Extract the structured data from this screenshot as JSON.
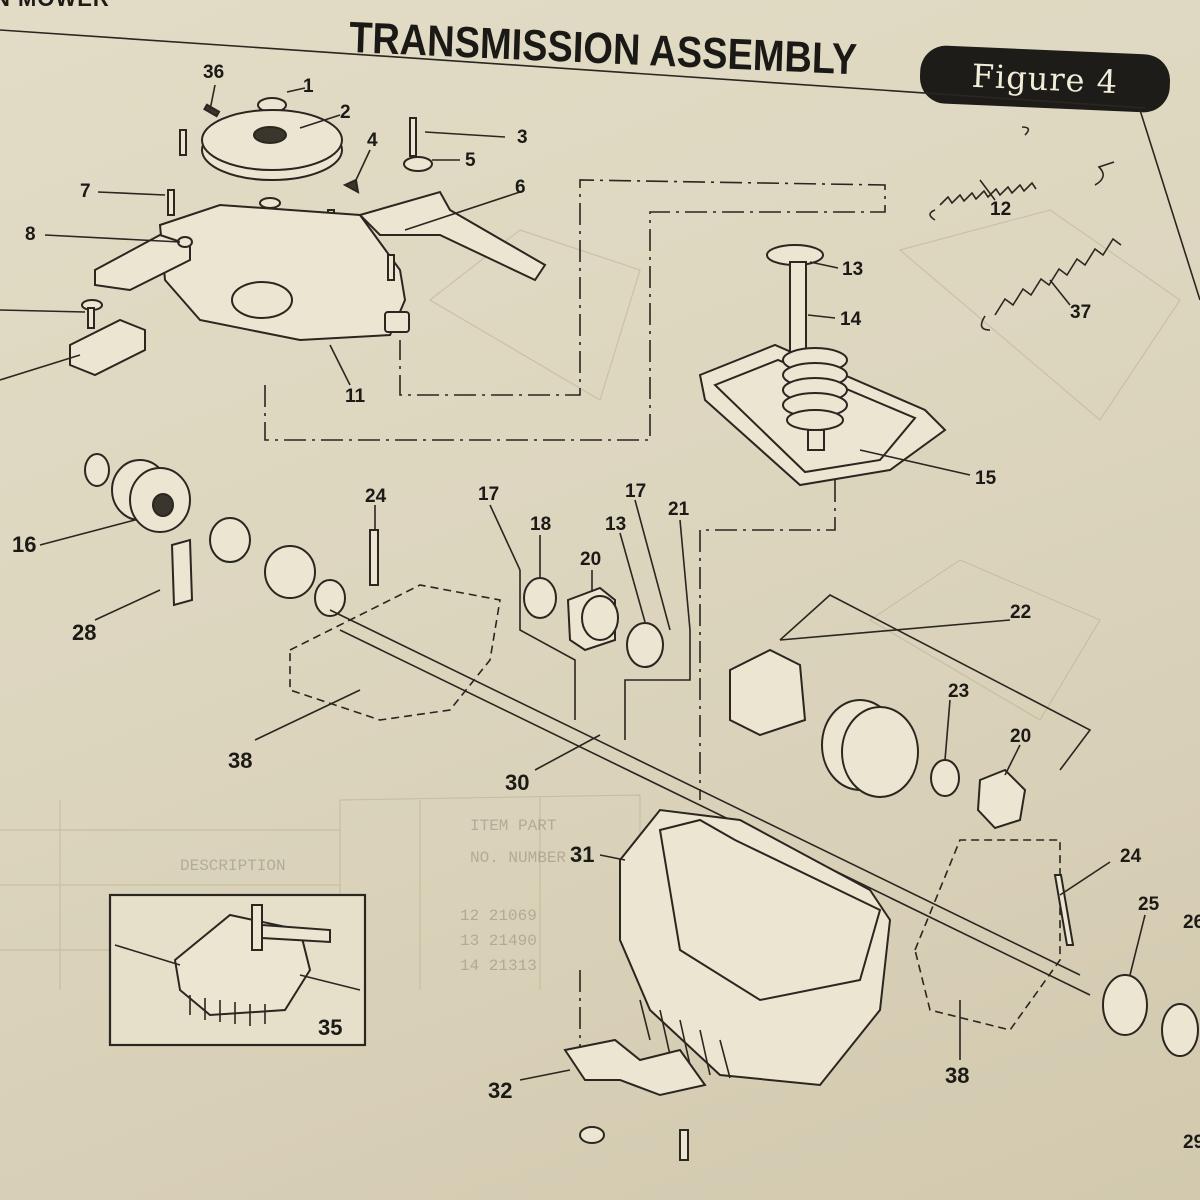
{
  "header": {
    "section": "N MOWER",
    "title": "TRANSMISSION ASSEMBLY",
    "figure": "Figure 4"
  },
  "callouts": [
    {
      "id": "c36",
      "label": "36"
    },
    {
      "id": "c1",
      "label": "1"
    },
    {
      "id": "c2",
      "label": "2"
    },
    {
      "id": "c3",
      "label": "3"
    },
    {
      "id": "c4",
      "label": "4"
    },
    {
      "id": "c5",
      "label": "5"
    },
    {
      "id": "c6",
      "label": "6"
    },
    {
      "id": "c7",
      "label": "7"
    },
    {
      "id": "c8",
      "label": "8"
    },
    {
      "id": "c11",
      "label": "11"
    },
    {
      "id": "c12",
      "label": "12"
    },
    {
      "id": "c13a",
      "label": "13"
    },
    {
      "id": "c14",
      "label": "14"
    },
    {
      "id": "c15",
      "label": "15"
    },
    {
      "id": "c37",
      "label": "37"
    },
    {
      "id": "c16",
      "label": "16"
    },
    {
      "id": "c24a",
      "label": "24"
    },
    {
      "id": "c17a",
      "label": "17"
    },
    {
      "id": "c18",
      "label": "18"
    },
    {
      "id": "c20a",
      "label": "20"
    },
    {
      "id": "c13b",
      "label": "13"
    },
    {
      "id": "c17b",
      "label": "17"
    },
    {
      "id": "c21",
      "label": "21"
    },
    {
      "id": "c22",
      "label": "22"
    },
    {
      "id": "c28",
      "label": "28"
    },
    {
      "id": "c23",
      "label": "23"
    },
    {
      "id": "c20b",
      "label": "20"
    },
    {
      "id": "c38a",
      "label": "38"
    },
    {
      "id": "c30",
      "label": "30"
    },
    {
      "id": "c31",
      "label": "31"
    },
    {
      "id": "c24b",
      "label": "24"
    },
    {
      "id": "c25",
      "label": "25"
    },
    {
      "id": "c26",
      "label": "26"
    },
    {
      "id": "c35",
      "label": "35"
    },
    {
      "id": "c38b",
      "label": "38"
    },
    {
      "id": "c32",
      "label": "32"
    },
    {
      "id": "c29",
      "label": "29"
    }
  ],
  "background_table": {
    "headers": [
      "ITEM PART",
      "NO. NUMBER",
      "DESCRIPTION"
    ],
    "rows": [
      "12  21069",
      "13  21490",
      "14  21313"
    ]
  }
}
